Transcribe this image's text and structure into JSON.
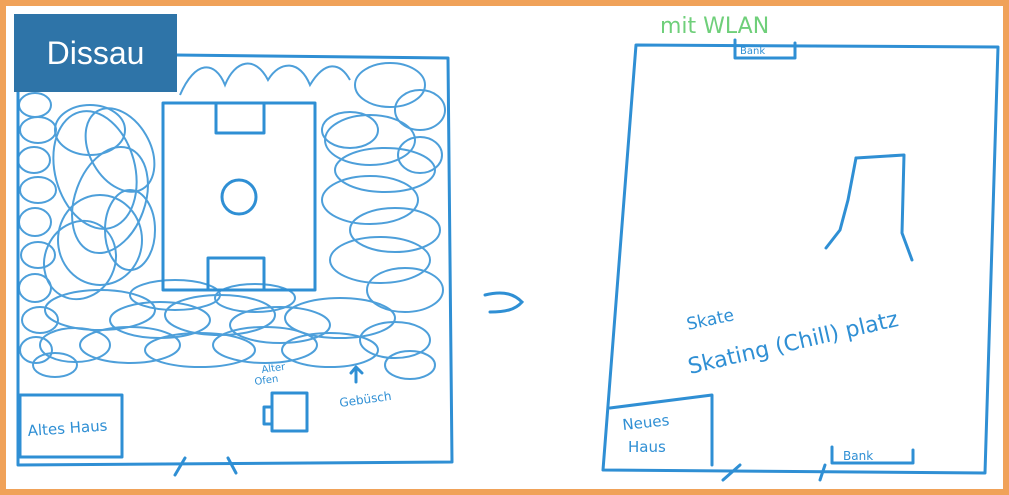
{
  "location_label": "Dissau",
  "before": {
    "house_label": "Altes Haus",
    "oven_label_line1": "Alter",
    "oven_label_line2": "Ofen",
    "bush_label": "Gebüsch"
  },
  "after": {
    "wish_label": "mit WLAN",
    "bench_top": "Bank",
    "bench_bottom": "Bank",
    "house_line1": "Neues",
    "house_line2": "Haus",
    "skate_word": "Skate",
    "skate_place": "Skating (Chill) platz"
  },
  "colors": {
    "frame": "#f0a259",
    "label_bg": "#2e74a8",
    "ink_blue": "#2f8fd4",
    "ink_green": "#6fcf7a"
  }
}
